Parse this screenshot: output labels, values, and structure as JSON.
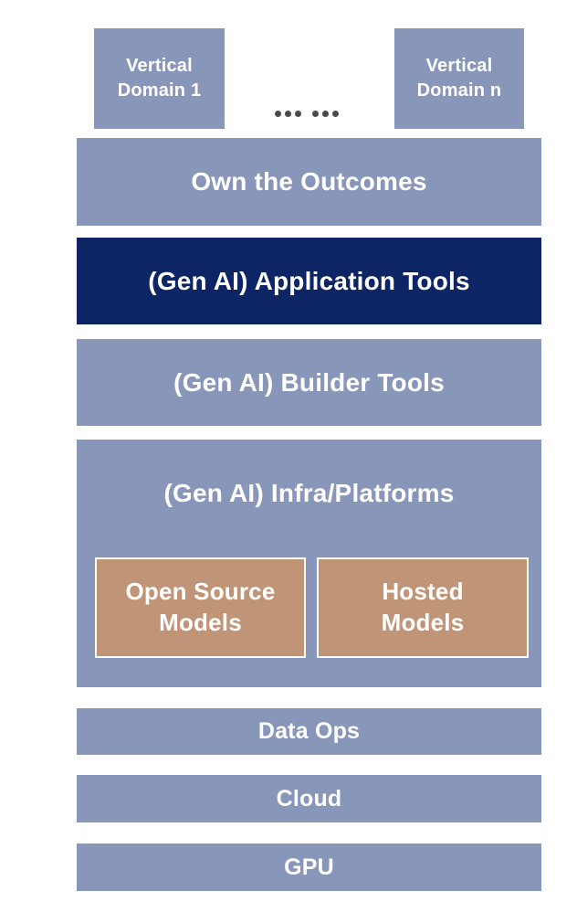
{
  "colors": {
    "layer_blue": "#8896BA",
    "accent_navy": "#0D2565",
    "model_tan": "#C09476",
    "dot_gray": "#4A4A4A",
    "label_white": "#FFFFFF",
    "background": "#FFFFFF"
  },
  "top_row": {
    "domain_first": {
      "label": "Vertical\nDomain 1"
    },
    "domain_last": {
      "label": "Vertical\nDomain n"
    }
  },
  "layers": {
    "own_outcomes": {
      "label": "Own the Outcomes"
    },
    "application_tools": {
      "label": "(Gen AI) Application Tools"
    },
    "builder_tools": {
      "label": "(Gen AI) Builder Tools"
    },
    "infra_platforms": {
      "label": "(Gen AI) Infra/Platforms",
      "models": {
        "open_source": {
          "label": "Open Source\nModels"
        },
        "hosted": {
          "label": "Hosted\nModels"
        }
      }
    },
    "data_ops": {
      "label": "Data Ops"
    },
    "cloud": {
      "label": "Cloud"
    },
    "gpu": {
      "label": "GPU"
    }
  }
}
